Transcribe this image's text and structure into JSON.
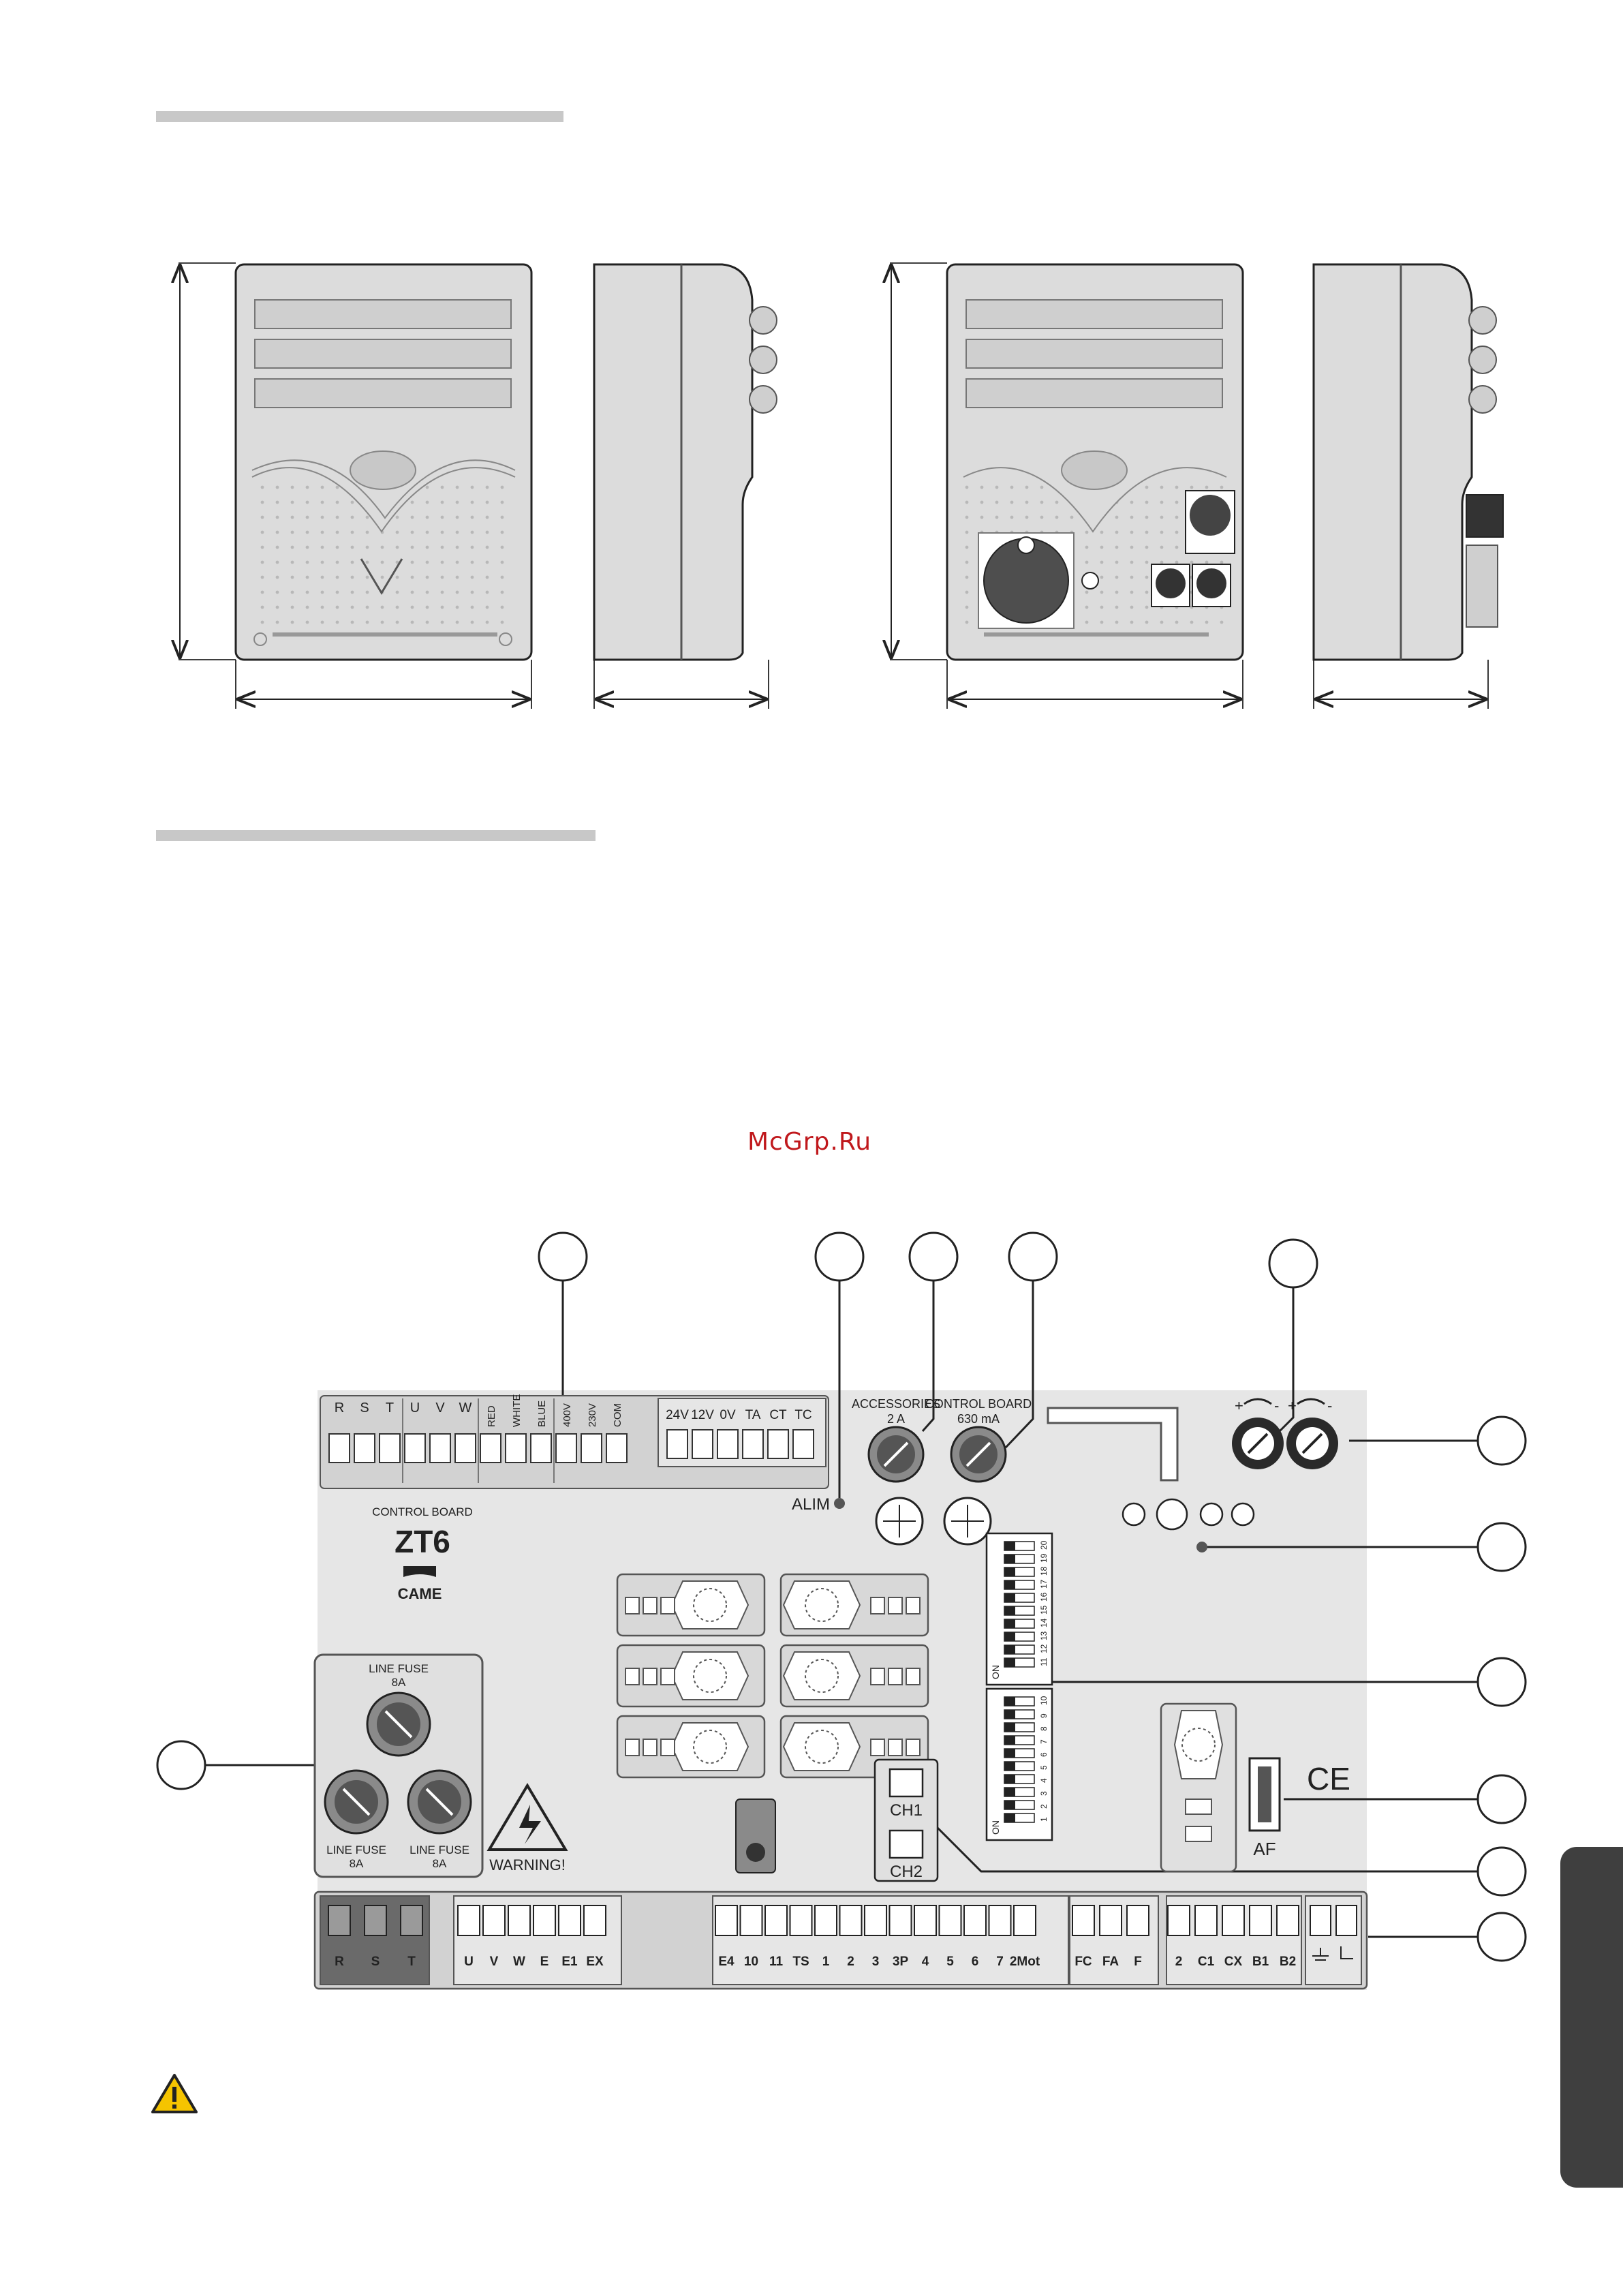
{
  "watermark": "McGrp.Ru",
  "board": {
    "model_caption": "CONTROL BOARD",
    "model": "ZT6",
    "brand": "CAME",
    "top_terminals": [
      {
        "label": "R"
      },
      {
        "label": "S"
      },
      {
        "label": "T"
      },
      {
        "label": "U"
      },
      {
        "label": "V"
      },
      {
        "label": "W"
      },
      {
        "label": "RED"
      },
      {
        "label": "WHITE"
      },
      {
        "label": "BLUE"
      },
      {
        "label": "400V"
      },
      {
        "label": "230V"
      },
      {
        "label": "COM"
      }
    ],
    "top_right_terminals": [
      {
        "label": "24V"
      },
      {
        "label": "12V"
      },
      {
        "label": "0V"
      },
      {
        "label": "TA"
      },
      {
        "label": "CT"
      },
      {
        "label": "TC"
      }
    ],
    "fuse_accessories": {
      "title": "ACCESSORIES",
      "value": "2 A"
    },
    "fuse_control": {
      "title": "CONTROL BOARD",
      "value": "630 mA"
    },
    "alim_label": "ALIM",
    "line_fuses": [
      {
        "title": "LINE FUSE",
        "value": "8A"
      },
      {
        "title": "LINE FUSE",
        "value": "8A"
      },
      {
        "title": "LINE FUSE",
        "value": "8A"
      }
    ],
    "warning_label": "WARNING!",
    "ch1_label": "CH1",
    "ch2_label": "CH2",
    "af_label": "AF",
    "ce_mark": "CE",
    "dip_upper_numbers": [
      "11",
      "12",
      "13",
      "14",
      "15",
      "16",
      "17",
      "18",
      "19",
      "20"
    ],
    "dip_lower_numbers": [
      "1",
      "2",
      "3",
      "4",
      "5",
      "6",
      "7",
      "8",
      "9",
      "10"
    ],
    "dip_on_label": "ON",
    "bottom_power": [
      {
        "label": "R"
      },
      {
        "label": "S"
      },
      {
        "label": "T"
      }
    ],
    "bottom_motor": [
      {
        "label": "U"
      },
      {
        "label": "V"
      },
      {
        "label": "W"
      },
      {
        "label": "E"
      },
      {
        "label": "E1"
      },
      {
        "label": "EX"
      }
    ],
    "bottom_control": [
      {
        "label": "E4"
      },
      {
        "label": "10"
      },
      {
        "label": "11"
      },
      {
        "label": "TS"
      },
      {
        "label": "1"
      },
      {
        "label": "2"
      },
      {
        "label": "3"
      },
      {
        "label": "3P"
      },
      {
        "label": "4"
      },
      {
        "label": "5"
      },
      {
        "label": "6"
      },
      {
        "label": "7"
      },
      {
        "label": "2Mot"
      }
    ],
    "bottom_limit": [
      {
        "label": "FC"
      },
      {
        "label": "FA"
      },
      {
        "label": "F"
      }
    ],
    "bottom_encoder": [
      {
        "label": "2"
      },
      {
        "label": "C1"
      },
      {
        "label": "CX"
      },
      {
        "label": "B1"
      },
      {
        "label": "B2"
      }
    ]
  },
  "colors": {
    "board": "#e6e6e6",
    "terminal_block": "#d2d2d2",
    "power_block": "#6a6a6a",
    "line": "#1a1a1a",
    "enclosure": "#dcdcdc",
    "side_tab": "#3f3f3f",
    "warning_yellow": "#f5c400",
    "watermark": "#c0181c"
  },
  "icons": [
    "warning-triangle-icon",
    "electrical-hazard-icon",
    "came-logo-icon",
    "ce-mark-icon"
  ]
}
